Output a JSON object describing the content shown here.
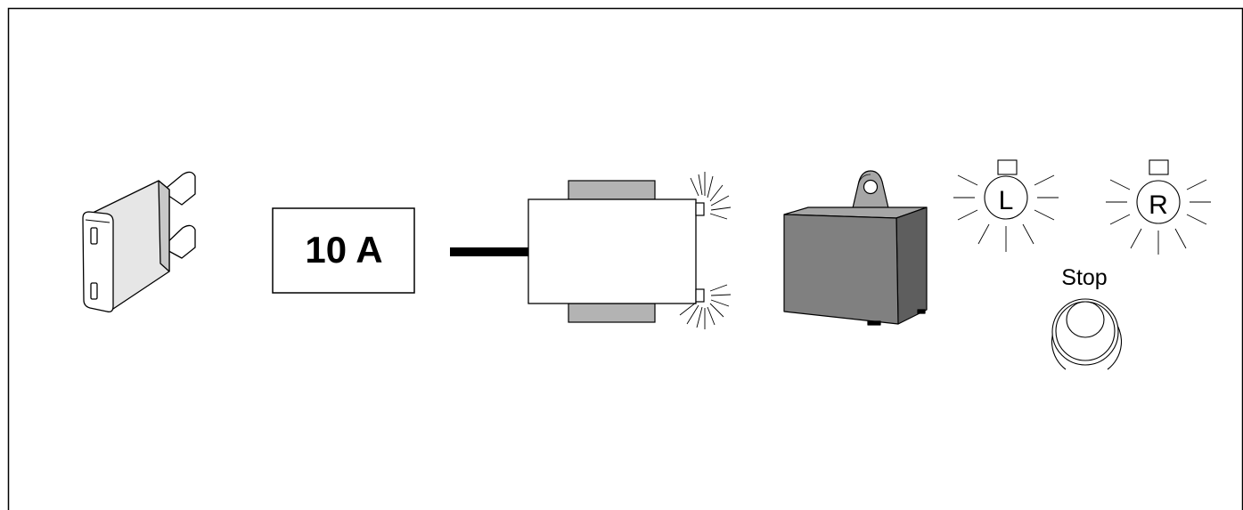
{
  "colors": {
    "line": "#000000",
    "background": "#ffffff",
    "fuse_body": "#e6e6e6",
    "fuse_dark": "#c8c8c8",
    "mount_pad": "#b3b3b3",
    "box_front": "#808080",
    "box_top": "#a6a6a6",
    "box_side": "#5e5e5e"
  },
  "fuse_rating": {
    "label": "10 A"
  },
  "lamps": {
    "left": {
      "label": "L"
    },
    "right": {
      "label": "R"
    }
  },
  "stop": {
    "label": "Stop"
  }
}
